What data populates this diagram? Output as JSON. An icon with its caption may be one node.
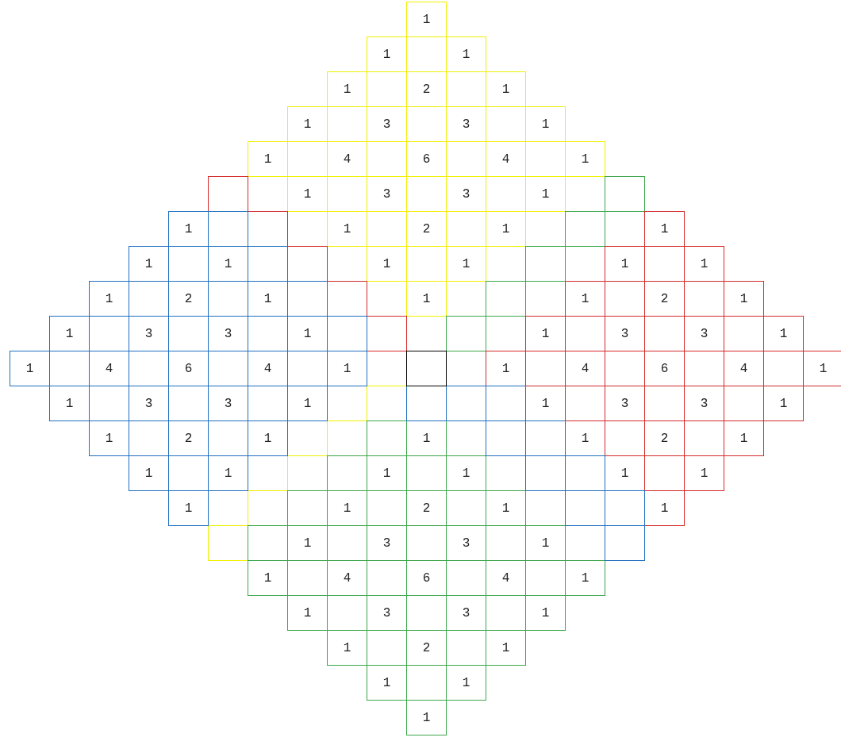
{
  "diagram": {
    "labels": [
      "1",
      "1",
      "1",
      "1",
      "2",
      "1",
      "1",
      "3",
      "3",
      "1",
      "1",
      "4",
      "6",
      "4",
      "1",
      "1",
      "3",
      "3",
      "1",
      "1",
      "1",
      "2",
      "1",
      "1",
      "1",
      "1",
      "1",
      "1",
      "1",
      "1",
      "1",
      "2",
      "1",
      "1",
      "1",
      "2",
      "1",
      "1",
      "3",
      "3",
      "1",
      "1",
      "3",
      "3",
      "1",
      "1",
      "4",
      "6",
      "4",
      "1",
      "1",
      "4",
      "6",
      "4",
      "1",
      "1",
      "3",
      "3",
      "1",
      "1",
      "3",
      "3",
      "1",
      "1",
      "2",
      "1",
      "1",
      "1",
      "2",
      "1",
      "1",
      "1",
      "1",
      "1",
      "1",
      "1",
      "1",
      "1",
      "2",
      "1",
      "1",
      "1",
      "3",
      "3",
      "1",
      "1",
      "4",
      "6",
      "4",
      "1",
      "1",
      "3",
      "3",
      "1",
      "1",
      "2",
      "1",
      "1",
      "1",
      "1"
    ]
  }
}
